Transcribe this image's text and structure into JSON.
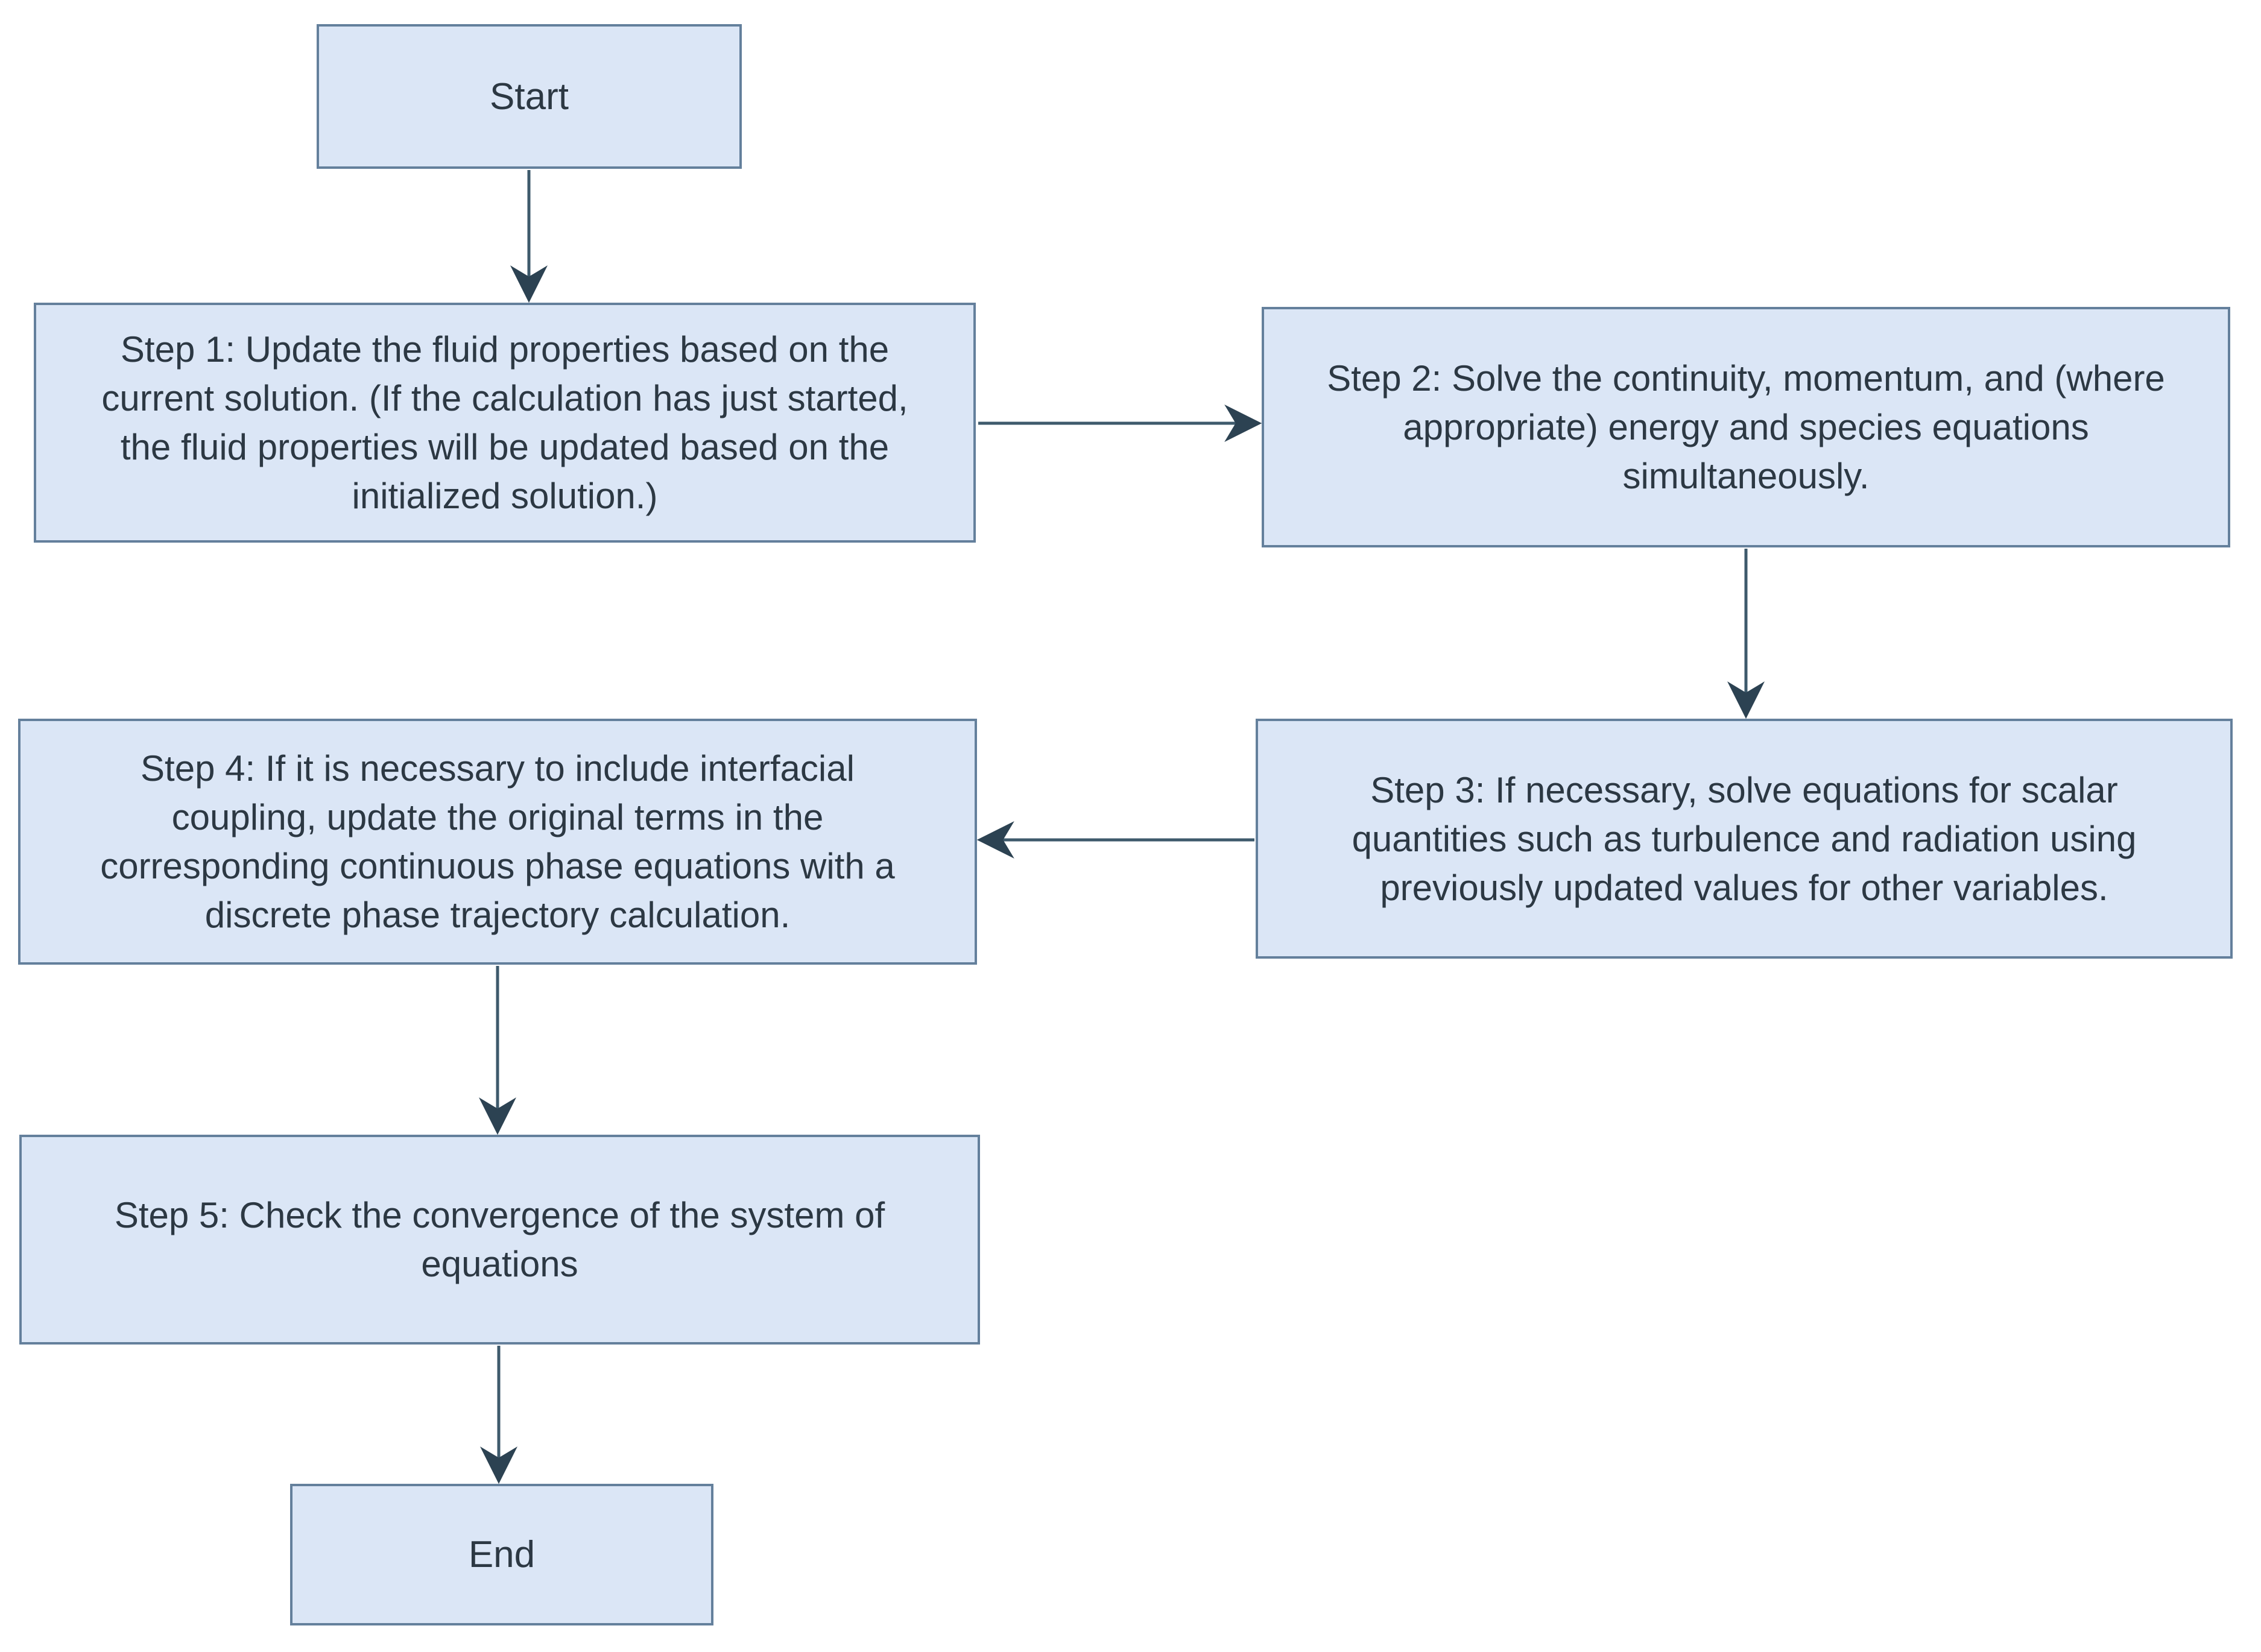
{
  "diagram_type": "flowchart",
  "nodes": {
    "start": {
      "lines": [
        "Start"
      ]
    },
    "step1": {
      "lines": [
        "Step 1: Update the fluid properties based on the",
        "current solution. (If the calculation has just started,",
        "the fluid properties will be updated based on the",
        "initialized solution.)"
      ]
    },
    "step2": {
      "lines": [
        "Step 2: Solve the continuity, momentum, and (where",
        "appropriate) energy and species equations",
        "simultaneously."
      ]
    },
    "step3": {
      "lines": [
        "Step 3: If necessary, solve equations for scalar",
        "quantities such as turbulence and radiation using",
        "previously updated values for other variables."
      ]
    },
    "step4": {
      "lines": [
        "Step 4: If it is necessary to include interfacial",
        "coupling, update the original terms in the",
        "corresponding continuous phase equations with a",
        "discrete phase trajectory calculation."
      ]
    },
    "step5": {
      "lines": [
        "Step 5: Check the convergence of the system of",
        "equations"
      ]
    },
    "end": {
      "lines": [
        "End"
      ]
    }
  },
  "edges": [
    {
      "from": "start",
      "to": "step1",
      "direction": "down"
    },
    {
      "from": "step1",
      "to": "step2",
      "direction": "right"
    },
    {
      "from": "step2",
      "to": "step3",
      "direction": "down"
    },
    {
      "from": "step3",
      "to": "step4",
      "direction": "left"
    },
    {
      "from": "step4",
      "to": "step5",
      "direction": "down"
    },
    {
      "from": "step5",
      "to": "end",
      "direction": "down"
    }
  ],
  "colors": {
    "node_fill": "#dbe6f6",
    "node_border": "#64809c",
    "arrow": "#3e5a6c",
    "arrowhead": "#2c4252",
    "text": "#2c3843",
    "background": "#ffffff"
  }
}
